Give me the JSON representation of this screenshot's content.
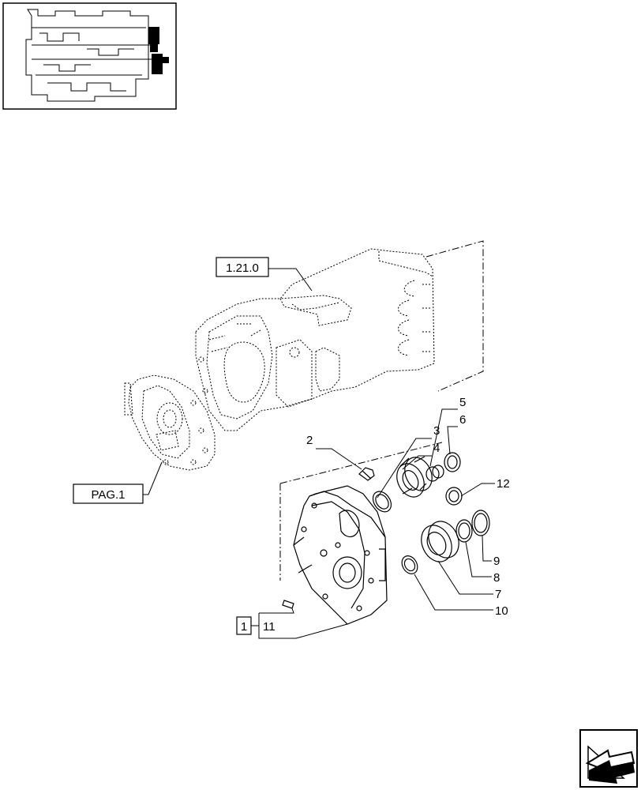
{
  "ref_boxes": {
    "housing_ref": "1.21.0",
    "page_ref": "PAG.1",
    "kit_ref": "1"
  },
  "callouts": {
    "c2": "2",
    "c3": "3",
    "c4": "4",
    "c5": "5",
    "c6": "6",
    "c7": "7",
    "c8": "8",
    "c9": "9",
    "c10": "10",
    "c11": "11",
    "c12": "12"
  },
  "icons": {
    "thumbnail": "transmission-overview-thumbnail",
    "nav": "next-page-arrow-icon"
  }
}
